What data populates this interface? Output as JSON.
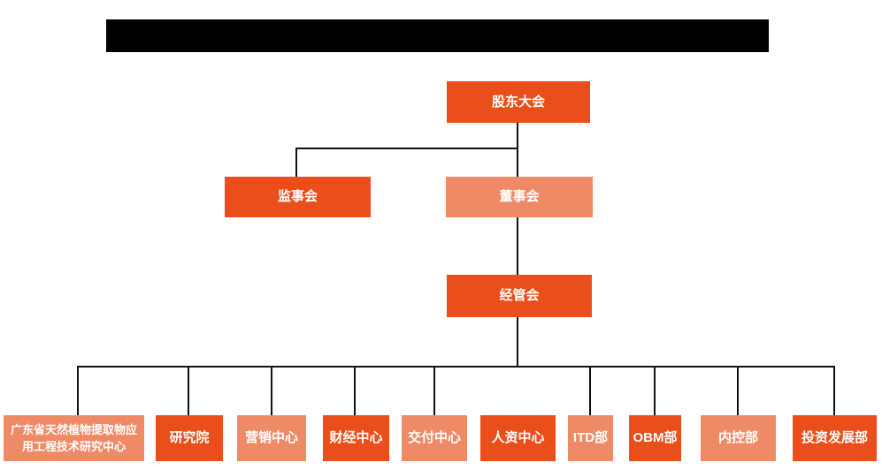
{
  "page": {
    "background_color": "#ffffff",
    "redacted_title_bar_color": "#000000"
  },
  "colors": {
    "node_primary_orange": "#E94E1B",
    "node_secondary_salmon": "#EF8A67",
    "connector_line": "#111111",
    "node_text": "#ffffff"
  },
  "org": {
    "shareholders": "股东大会",
    "supervisory": "监事会",
    "board": "董事会",
    "management": "经管会",
    "departments": [
      "广东省天然植物提取物应用工程技术研究中心",
      "研究院",
      "营销中心",
      "财经中心",
      "交付中心",
      "人资中心",
      "ITD部",
      "OBM部",
      "内控部",
      "投资发展部"
    ]
  }
}
